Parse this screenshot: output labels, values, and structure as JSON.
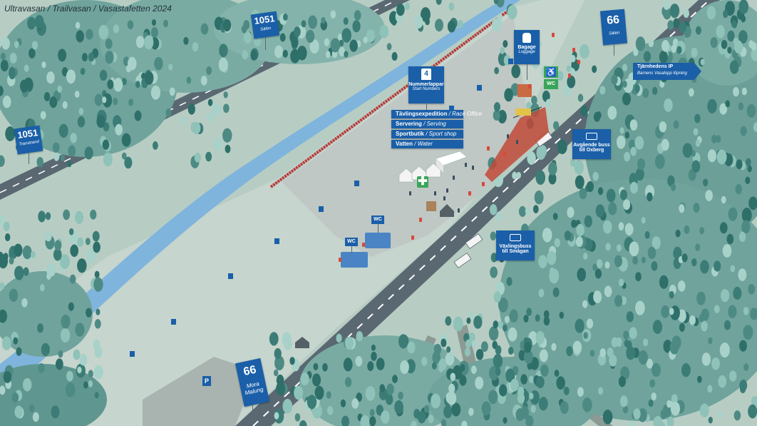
{
  "map": {
    "title": "Ultravasan / Trailvasan / Vasastafetten 2024"
  },
  "road_signs": {
    "r1051_top": {
      "number": "1051",
      "destination": "Sälen"
    },
    "r1051_left": {
      "number": "1051",
      "destination": "Transtrand"
    },
    "r66_top": {
      "number": "66",
      "destination": "Sälen"
    },
    "r66_bottom": {
      "number": "66",
      "destination_1": "Mora",
      "destination_2": "Malung"
    }
  },
  "facility_signs": {
    "start_numbers": {
      "icon_number": "4",
      "title": "Nummerlappar",
      "subtitle": "Start Numbers"
    },
    "baggage": {
      "title": "Bagage",
      "subtitle": "Luggage"
    },
    "accessible_wc": {
      "label": "WC"
    }
  },
  "service_list": [
    {
      "sv": "Tävlingsexpedition",
      "en": "Race Office"
    },
    {
      "sv": "Servering",
      "en": "Serving"
    },
    {
      "sv": "Sportbutik",
      "en": "Sport shop"
    },
    {
      "sv": "Vatten",
      "en": "Water"
    }
  ],
  "separator": " / ",
  "bus_signs": {
    "departing": {
      "line1": "Avgående buss",
      "line2": "till Oxberg"
    },
    "shuttle": {
      "line1": "Växlingsbuss",
      "line2": "till Smågan"
    }
  },
  "arena_sign": {
    "title": "Tjärnhedens IP",
    "subtitle": "Barnens Vasalopp löpning"
  },
  "wc_labels": {
    "wc1": "WC",
    "wc2": "WC"
  },
  "parking_label": "P",
  "colors": {
    "sign_blue": "#1a5fa8",
    "ground": "#b7cdc3",
    "road": "#5a6872",
    "river": "#7fb4dc",
    "forest_dark": "#2f6f6a",
    "forest_light": "#8fc2b8",
    "fence_red": "#b5393a"
  }
}
